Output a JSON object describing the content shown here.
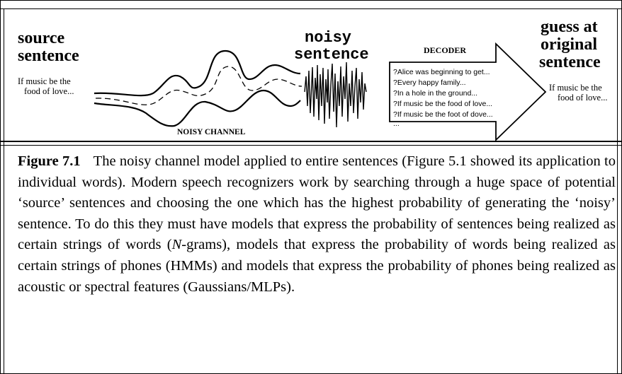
{
  "figure": {
    "source_label": [
      "source",
      "sentence"
    ],
    "source_text": [
      "If music be the",
      "food of love..."
    ],
    "channel_label": "NOISY CHANNEL",
    "noisy_label": [
      "noisy",
      "sentence"
    ],
    "decoder_label": "DECODER",
    "hypotheses": [
      "?Alice was beginning to get...",
      "?Every happy family...",
      "?In a hole in the ground...",
      "?If music be the food of love...",
      "?If music be the foot of dove...",
      "..."
    ],
    "guess_label": [
      "guess at",
      "original",
      "sentence"
    ],
    "guess_text": [
      "If music be the",
      "food of love..."
    ]
  },
  "caption": {
    "figure_number": "Figure 7.1",
    "text_part1": "The noisy channel model applied to entire sentences (Figure 5.1 showed its application to individual words). Modern speech recognizers work by searching through a huge space of potential ‘source’ sentences and choosing the one which has the highest probability of generating the ‘noisy’ sentence.  To do this they must have models that express the probability of sentences being realized as certain strings of words (",
    "ngram": "N",
    "text_part2": "-grams), models that express the probability of words being realized as certain strings of phones (HMMs) and models that express the probability of phones being realized as acoustic or spectral features (Gaussians/MLPs)."
  }
}
